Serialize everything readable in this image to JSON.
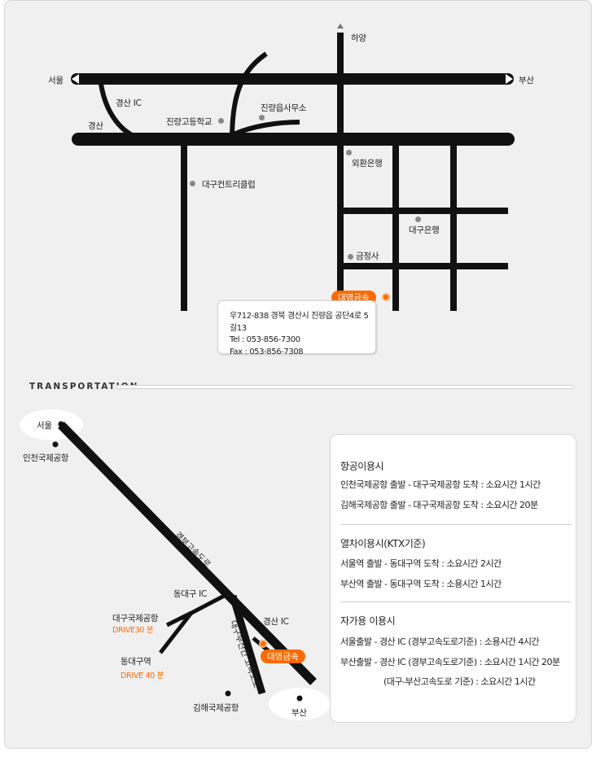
{
  "map": {
    "highway_left": "서울",
    "highway_right": "부산",
    "north": "하양",
    "gyeongsan_ic": "경산 IC",
    "gyeongsan": "경산",
    "jinryang_school": "진량고등학교",
    "jinryang_office": "진량읍사무소",
    "country_club": "대구컨트리클럽",
    "exchange_bank": "외환은행",
    "daegu_bank": "대구은행",
    "geumjeongsa": "금정사",
    "company_badge": "대영금속",
    "address": {
      "line1": "우712-838 경북 경산시 진량읍 공단4로 5길13",
      "tel": "Tel : 053-856-7300",
      "fax": "Fax : 053-856-7308"
    }
  },
  "transport_map": {
    "section_title": "TRANSPORTATION",
    "seoul": "서울",
    "incheon_airport": "인천국제공항",
    "gyeongbu_expressway": "경부고속도로",
    "dongdaegu_ic": "동대구 IC",
    "daegu_airport": "대구국제공항",
    "daegu_airport_drive": "DRIVE30 분",
    "dongdaegu_station": "동대구역",
    "dongdaegu_station_drive": "DRIVE 40 분",
    "gyeongsan_ic": "경산 IC",
    "daegu_busan_expressway": "대구부산간 고속도로",
    "company_badge": "대영금속",
    "gimhae_airport": "김해국제공항",
    "busan": "부산"
  },
  "info": {
    "air": {
      "heading": "항공이용시",
      "line1": "인천국제공항 출발 - 대구국제공항 도착 : 소요시간 1시간",
      "line2": "김해국제공항 출발 - 대구국제공항 도착 : 소요시간  20분"
    },
    "train": {
      "heading": "열차이용시(KTX기준)",
      "line1": "서울역 출발 - 동대구역 도착 : 소요시간  2시간",
      "line2": "부산역 출발 - 동대구역 도착 : 소용시간  1시간"
    },
    "car": {
      "heading": "자가용 이용시",
      "line1": "서울출발 - 경산 IC (경부고속도로기준) : 소용시간  4시간",
      "line2": "부산출발 - 경산 IC (경부고속도로기준) : 소요시간 1시간 20분",
      "line3": "(대구-부산고속도로 기준) : 소요시간  1시간"
    }
  },
  "colors": {
    "accent": "#ff6a00",
    "road": "#111111",
    "panel": "#f0f0f0"
  }
}
